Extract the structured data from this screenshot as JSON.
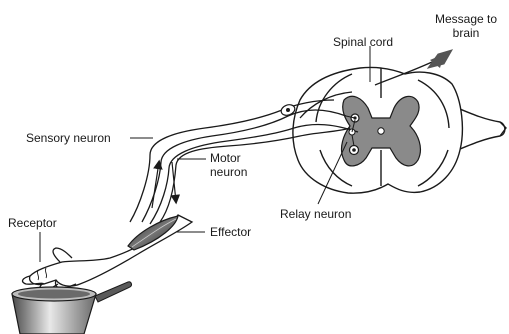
{
  "labels": {
    "message_line1": "Message to",
    "message_line2": "brain",
    "spinal_cord": "Spinal cord",
    "sensory_neuron": "Sensory neuron",
    "motor_line1": "Motor",
    "motor_line2": "neuron",
    "relay_neuron": "Relay neuron",
    "receptor": "Receptor",
    "effector": "Effector"
  },
  "colors": {
    "line": "#1a1a1a",
    "grey_matter": "#8a8a8a",
    "arrow_fill": "#555555",
    "pot_dark": "#5a5a5a",
    "pot_light": "#d8d8d8"
  }
}
